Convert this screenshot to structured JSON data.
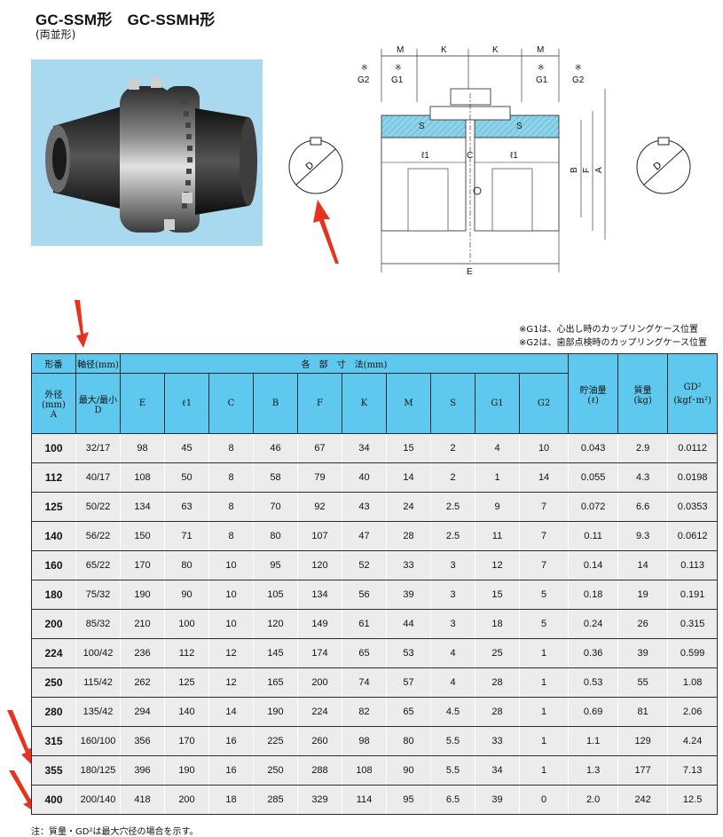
{
  "header": {
    "title": "GC-SSM形　GC-SSMH形",
    "subtitle": "(両並形)"
  },
  "diagram": {
    "labels": {
      "M": "M",
      "K": "K",
      "G1": "G1",
      "G2": "G2",
      "mark": "※",
      "S": "S",
      "l1": "ℓ1",
      "C": "C",
      "B": "B",
      "F": "F",
      "A": "A",
      "E": "E",
      "D": "D"
    }
  },
  "notes": [
    "※G1は、心出し時のカップリングケース位置",
    "※G2は、歯部点検時のカップリングケース位置"
  ],
  "table": {
    "group_headers": {
      "model": "形番",
      "bore": "軸径(mm)",
      "dims": "各　部　寸　法(mm)"
    },
    "sub_headers": {
      "outer": "外径\n(mm)\nA",
      "bore": "最大/最小\nD",
      "E": "E",
      "l1": "ℓ1",
      "C": "C",
      "B": "B",
      "F": "F",
      "K": "K",
      "M": "M",
      "S": "S",
      "G1": "G1",
      "G2": "G2",
      "oil": "貯油量\n(ℓ)",
      "mass": "質量\n(kg)",
      "gd2": "GD²\n(kgf･m²)"
    },
    "rows": [
      [
        "100",
        "32/17",
        "98",
        "45",
        "8",
        "46",
        "67",
        "34",
        "15",
        "2",
        "4",
        "10",
        "0.043",
        "2.9",
        "0.0112"
      ],
      [
        "112",
        "40/17",
        "108",
        "50",
        "8",
        "58",
        "79",
        "40",
        "14",
        "2",
        "1",
        "14",
        "0.055",
        "4.3",
        "0.0198"
      ],
      [
        "125",
        "50/22",
        "134",
        "63",
        "8",
        "70",
        "92",
        "43",
        "24",
        "2.5",
        "9",
        "7",
        "0.072",
        "6.6",
        "0.0353"
      ],
      [
        "140",
        "56/22",
        "150",
        "71",
        "8",
        "80",
        "107",
        "47",
        "28",
        "2.5",
        "11",
        "7",
        "0.11",
        "9.3",
        "0.0612"
      ],
      [
        "160",
        "65/22",
        "170",
        "80",
        "10",
        "95",
        "120",
        "52",
        "33",
        "3",
        "12",
        "7",
        "0.14",
        "14",
        "0.113"
      ],
      [
        "180",
        "75/32",
        "190",
        "90",
        "10",
        "105",
        "134",
        "56",
        "39",
        "3",
        "15",
        "5",
        "0.18",
        "19",
        "0.191"
      ],
      [
        "200",
        "85/32",
        "210",
        "100",
        "10",
        "120",
        "149",
        "61",
        "44",
        "3",
        "18",
        "5",
        "0.24",
        "26",
        "0.315"
      ],
      [
        "224",
        "100/42",
        "236",
        "112",
        "12",
        "145",
        "174",
        "65",
        "53",
        "4",
        "25",
        "1",
        "0.36",
        "39",
        "0.599"
      ],
      [
        "250",
        "115/42",
        "262",
        "125",
        "12",
        "165",
        "200",
        "74",
        "57",
        "4",
        "28",
        "1",
        "0.53",
        "55",
        "1.08"
      ],
      [
        "280",
        "135/42",
        "294",
        "140",
        "14",
        "190",
        "224",
        "82",
        "65",
        "4.5",
        "28",
        "1",
        "0.69",
        "81",
        "2.06"
      ],
      [
        "315",
        "160/100",
        "356",
        "170",
        "16",
        "225",
        "260",
        "98",
        "80",
        "5.5",
        "33",
        "1",
        "1.1",
        "129",
        "4.24"
      ],
      [
        "355",
        "180/125",
        "396",
        "190",
        "16",
        "250",
        "288",
        "108",
        "90",
        "5.5",
        "34",
        "1",
        "1.3",
        "177",
        "7.13"
      ],
      [
        "400",
        "200/140",
        "418",
        "200",
        "18",
        "285",
        "329",
        "114",
        "95",
        "6.5",
        "39",
        "0",
        "2.0",
        "242",
        "12.5"
      ]
    ]
  },
  "footnote": "注：質量・GD²は最大穴径の場合を示す。",
  "colors": {
    "header_blue": "#5fc8ee",
    "photo_bg": "#a9d9ef",
    "row_gray": "#ececec",
    "arrow_red": "#e8321e",
    "hatch_blue": "#8fd3ea"
  }
}
